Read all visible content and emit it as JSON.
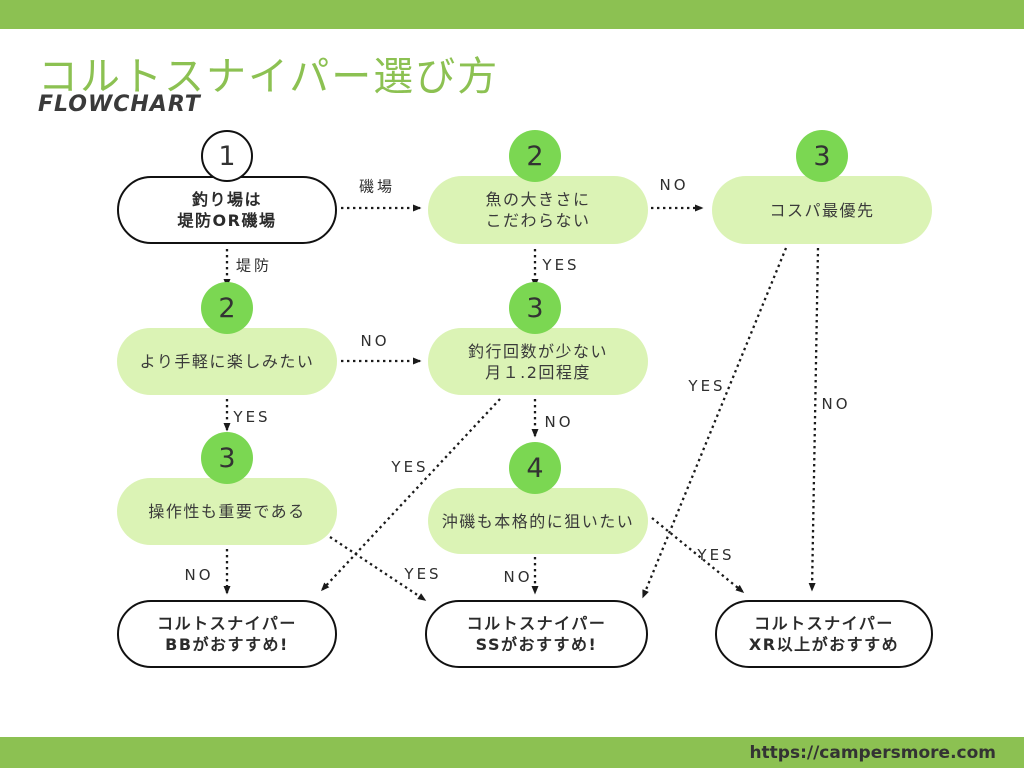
{
  "page": {
    "title": "コルトスナイパー選び方",
    "subtitle": "FLOWCHART",
    "footer_url": "https://campersmore.com"
  },
  "colors": {
    "accent_green": "#8cc152",
    "badge_green": "#7bd752",
    "node_light_green": "#dbf3b5",
    "ink": "#3a3a3a"
  },
  "flowchart": {
    "nodes": [
      {
        "id": "q1",
        "number": "1",
        "style": "outlined",
        "line1": "釣り場は",
        "line2": "堤防OR磯場"
      },
      {
        "id": "q2",
        "number": "2",
        "style": "light",
        "line1": "魚の大きさに",
        "line2": "こだわらない"
      },
      {
        "id": "q3",
        "number": "3",
        "style": "light",
        "line1": "コスパ最優先",
        "line2": ""
      },
      {
        "id": "q4",
        "number": "2",
        "style": "light",
        "line1": "より手軽に楽しみたい",
        "line2": ""
      },
      {
        "id": "q5",
        "number": "3",
        "style": "light",
        "line1": "釣行回数が少ない",
        "line2": "月１.2回程度"
      },
      {
        "id": "q6",
        "number": "3",
        "style": "light",
        "line1": "操作性も重要である",
        "line2": ""
      },
      {
        "id": "q7",
        "number": "4",
        "style": "light",
        "line1": "沖磯も本格的に狙いたい",
        "line2": ""
      },
      {
        "id": "r1",
        "number": "",
        "style": "outlined",
        "line1": "コルトスナイパー",
        "line2": "BBがおすすめ!"
      },
      {
        "id": "r2",
        "number": "",
        "style": "outlined",
        "line1": "コルトスナイパー",
        "line2": "SSがおすすめ!"
      },
      {
        "id": "r3",
        "number": "",
        "style": "outlined",
        "line1": "コルトスナイパー",
        "line2": "XR以上がおすすめ"
      }
    ],
    "edges": [
      {
        "from": "q1",
        "to": "q2",
        "label": "磯場"
      },
      {
        "from": "q1",
        "to": "q4",
        "label": "堤防"
      },
      {
        "from": "q2",
        "to": "q3",
        "label": "NO"
      },
      {
        "from": "q2",
        "to": "q5",
        "label": "YES"
      },
      {
        "from": "q4",
        "to": "q5",
        "label": "NO"
      },
      {
        "from": "q4",
        "to": "q6",
        "label": "YES"
      },
      {
        "from": "q5",
        "to": "q7",
        "label": "NO"
      },
      {
        "from": "q5",
        "to": "r1",
        "label": "YES"
      },
      {
        "from": "q6",
        "to": "r1",
        "label": "NO"
      },
      {
        "from": "q6",
        "to": "r2",
        "label": "YES"
      },
      {
        "from": "q7",
        "to": "r2",
        "label": "NO"
      },
      {
        "from": "q7",
        "to": "r3",
        "label": "YES"
      },
      {
        "from": "q3",
        "to": "r2",
        "label": "YES"
      },
      {
        "from": "q3",
        "to": "r3",
        "label": "NO"
      }
    ]
  }
}
